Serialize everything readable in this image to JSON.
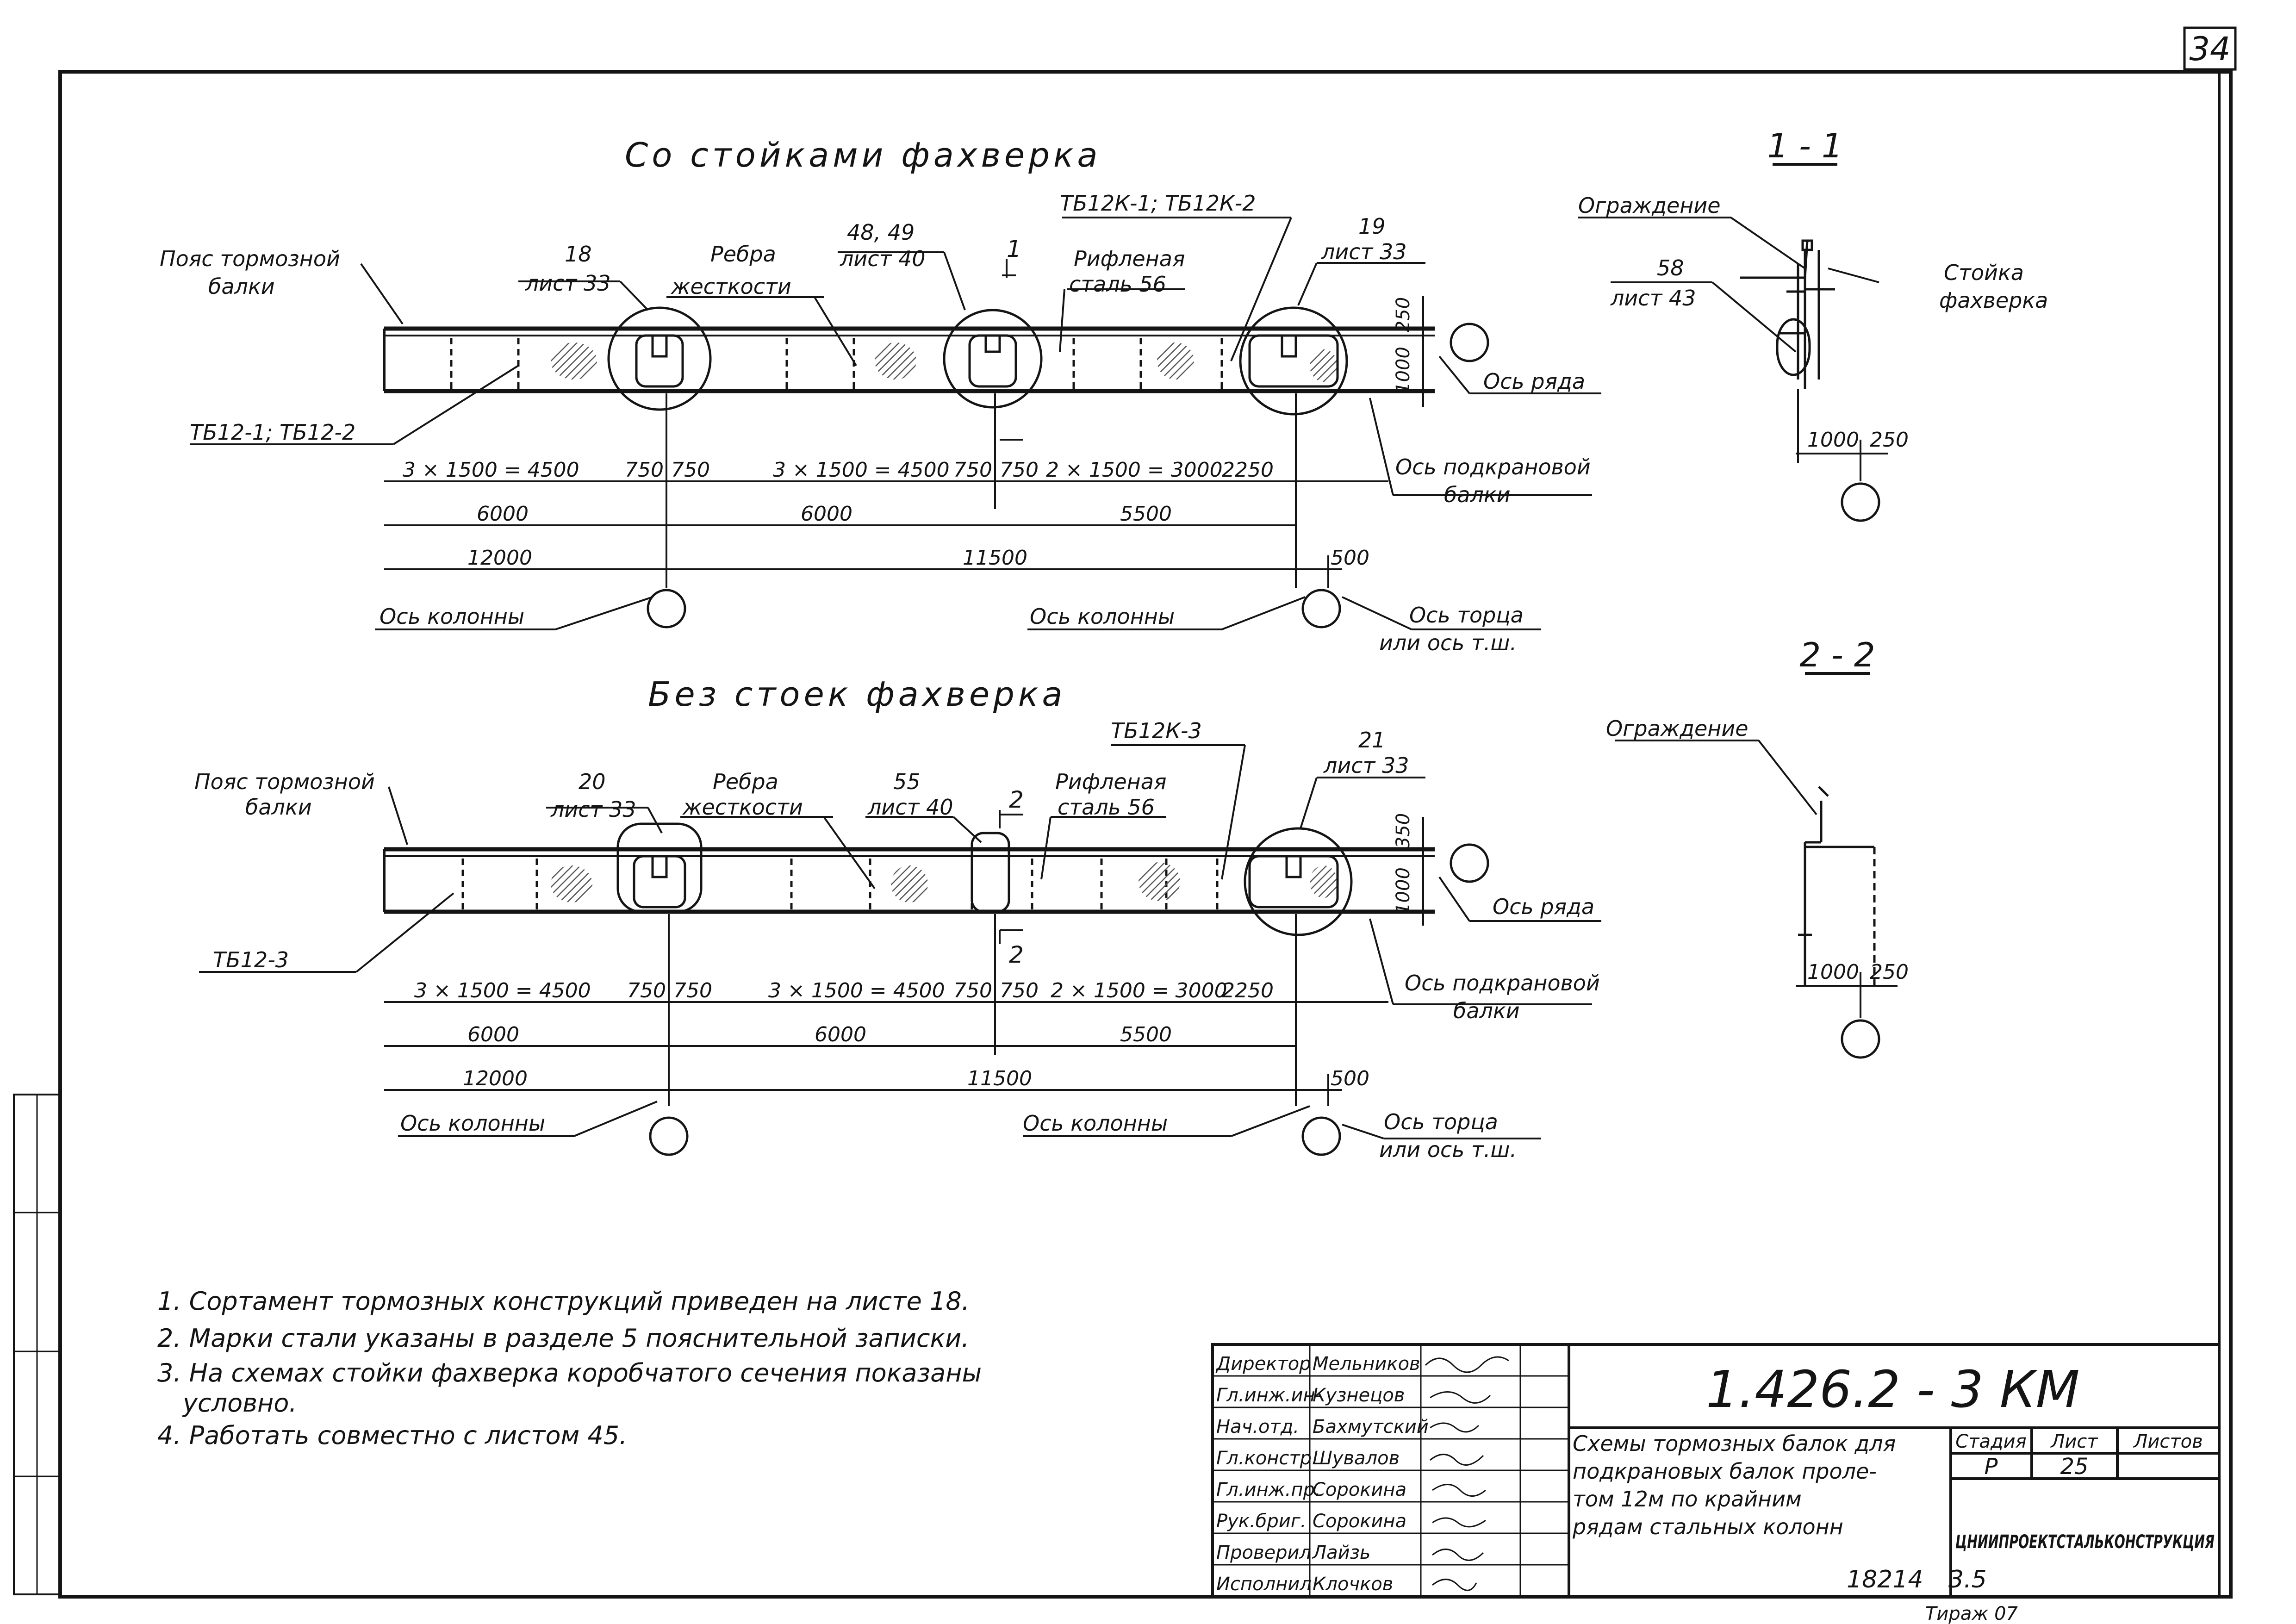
{
  "sheet": {
    "corner_number": "34",
    "bottom_number_left": "18214",
    "bottom_number_right": "3.5",
    "bottom_partial": "Тираж 07"
  },
  "upper": {
    "title": "Со стойками фахверка",
    "labels": {
      "belt": [
        "Пояс тормозной",
        "балки"
      ],
      "c18": [
        "18",
        "лист 33"
      ],
      "stiff": [
        "Ребра",
        "жесткости"
      ],
      "c4849": [
        "48, 49",
        "лист 40"
      ],
      "sec1": "1",
      "checker": [
        "Рифленая",
        "сталь 56"
      ],
      "tb12k": "ТБ12К-1; ТБ12К-2",
      "c19": [
        "19",
        "лист 33"
      ],
      "h250": "250",
      "h1000": "1000",
      "row_axis": "Ось ряда",
      "tb12": "ТБ12-1; ТБ12-2",
      "crane_axis": [
        "Ось подкрановой",
        "балки"
      ],
      "col_axis_1": "Ось колонны",
      "col_axis_2": "Ось колонны",
      "end_axis": [
        "Ось торца",
        "или ось т.ш."
      ]
    },
    "dims_row1": [
      "3 × 1500 = 4500",
      "750",
      "750",
      "3 × 1500 = 4500",
      "750",
      "750",
      "2 × 1500 = 3000",
      "2250"
    ],
    "dims_row2": [
      "6000",
      "6000",
      "5500"
    ],
    "dims_row3": [
      "12000",
      "11500",
      "500"
    ]
  },
  "lower": {
    "title": "Без стоек фахверка",
    "labels": {
      "belt": [
        "Пояс тормозной",
        "балки"
      ],
      "c20": [
        "20",
        "лист 33"
      ],
      "stiff": [
        "Ребра",
        "жесткости"
      ],
      "c55": [
        "55",
        "лист 40"
      ],
      "sec2": "2",
      "checker": [
        "Рифленая",
        "сталь 56"
      ],
      "tb12k": "ТБ12К-3",
      "c21": [
        "21",
        "лист 33"
      ],
      "h350": "350",
      "h1000": "1000",
      "row_axis": "Ось ряда",
      "tb12": "ТБ12-3",
      "crane_axis": [
        "Ось подкрановой",
        "балки"
      ],
      "col_axis_1": "Ось колонны",
      "col_axis_2": "Ось колонны",
      "end_axis": [
        "Ось торца",
        "или ось т.ш."
      ]
    },
    "dims_row1": [
      "3 × 1500 = 4500",
      "750",
      "750",
      "3 × 1500 = 4500",
      "750",
      "750",
      "2 × 1500 = 3000",
      "2250"
    ],
    "dims_row2": [
      "6000",
      "6000",
      "5500"
    ],
    "dims_row3": [
      "12000",
      "11500",
      "500"
    ]
  },
  "section1": {
    "title": "1 - 1",
    "fence": "Ограждение",
    "post": [
      "Стойка",
      "фахверка"
    ],
    "callout": [
      "58",
      "лист 43"
    ],
    "dim_a": "1000",
    "dim_b": "250"
  },
  "section2": {
    "title": "2 - 2",
    "fence": "Ограждение",
    "dim_a": "1000",
    "dim_b": "250"
  },
  "notes": [
    "1. Сортамент тормозных конструкций приведен на листе 18.",
    "2. Марки стали указаны в разделе 5 пояснительной записки.",
    "3. На схемах стойки фахверка коробчатого сечения показаны",
    "условно.",
    "4. Работать совместно с листом 45."
  ],
  "title_block": {
    "code": "1.426.2 - 3 КМ",
    "description": [
      "Схемы тормозных балок для",
      "подкрановых балок проле-",
      "том 12м по крайним",
      "рядам стальных колонн"
    ],
    "stage_header": "Стадия",
    "sheet_header": "Лист",
    "sheets_header": "Листов",
    "stage": "Р",
    "sheet": "25",
    "sheets": "",
    "org": "ЦНИИПРОЕКТСТАЛЬКОНСТРУКЦИЯ",
    "people": [
      {
        "role": "Директор",
        "name": "Мельников"
      },
      {
        "role": "Гл.инж.ин-",
        "name": "Кузнецов"
      },
      {
        "role": "Нач.отд.",
        "name": "Бахмутский"
      },
      {
        "role": "Гл.констр.",
        "name": "Шувалов"
      },
      {
        "role": "Гл.инж.пр.",
        "name": "Сорокина"
      },
      {
        "role": "Рук.бриг.",
        "name": "Сорокина"
      },
      {
        "role": "Проверил",
        "name": "Лайзь"
      },
      {
        "role": "Исполнил",
        "name": "Клочков"
      }
    ]
  },
  "colors": {
    "ink": "#141414",
    "paper": "#ffffff",
    "hatch": "#555555"
  }
}
